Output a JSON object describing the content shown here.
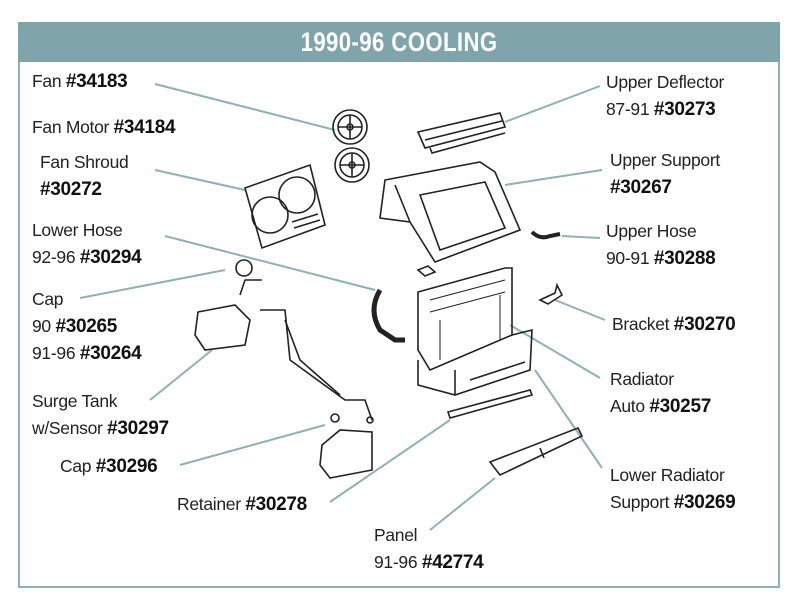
{
  "title": "1990-96 COOLING",
  "colors": {
    "header": "#7fa5ab",
    "leader": "#8fb0b5"
  },
  "labels": {
    "fan": {
      "name": "Fan",
      "part": "#34183"
    },
    "fan_motor": {
      "name": "Fan Motor",
      "part": "#34184"
    },
    "fan_shroud": {
      "name": "Fan Shroud",
      "part": "#30272"
    },
    "lower_hose": {
      "name": "Lower Hose",
      "years": "92-96",
      "part": "#30294"
    },
    "cap": {
      "name": "Cap",
      "years1": "90",
      "part1": "#30265",
      "years2": "91-96",
      "part2": "#30264"
    },
    "surge_tank": {
      "name": "Surge Tank",
      "sub": "w/Sensor",
      "part": "#30297"
    },
    "cap2": {
      "name": "Cap",
      "part": "#30296"
    },
    "retainer": {
      "name": "Retainer",
      "part": "#30278"
    },
    "panel": {
      "name": "Panel",
      "years": "91-96",
      "part": "#42774"
    },
    "upper_deflector": {
      "name": "Upper Deflector",
      "years": "87-91",
      "part": "#30273"
    },
    "upper_support": {
      "name": "Upper Support",
      "part": "#30267"
    },
    "upper_hose": {
      "name": "Upper Hose",
      "years": "90-91",
      "part": "#30288"
    },
    "bracket": {
      "name": "Bracket",
      "part": "#30270"
    },
    "radiator": {
      "name": "Radiator",
      "sub": "Auto",
      "part": "#30257"
    },
    "lower_radiator_support": {
      "name": "Lower Radiator",
      "sub": "Support",
      "part": "#30269"
    }
  }
}
